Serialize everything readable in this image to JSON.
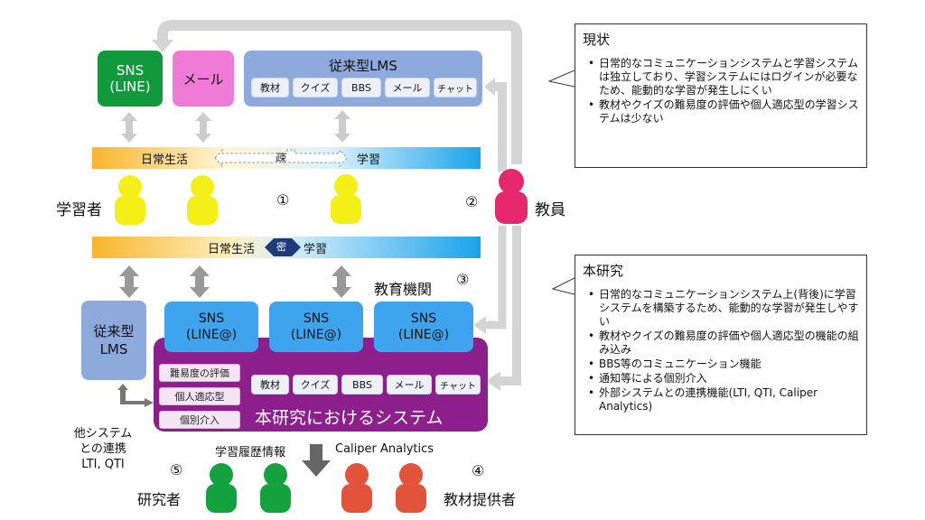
{
  "top_boxes": {
    "sns": "SNS\n(LINE)",
    "mail": "メール",
    "lms_title": "従来型LMS",
    "lms_chips": [
      "教材",
      "クイズ",
      "BBS",
      "メール",
      "チャット"
    ]
  },
  "bar_top": {
    "left": "日常生活",
    "middle": "疎",
    "right": "学習"
  },
  "bar_mid": {
    "left": "日常生活",
    "middle": "密",
    "right": "学習"
  },
  "labels": {
    "learner": "学習者",
    "teacher": "教員",
    "circle1": "①",
    "circle2": "②",
    "circle3": "③",
    "circle4": "④",
    "circle5": "⑤",
    "institution": "教育機関",
    "researcher": "研究者",
    "provider": "教材提供者",
    "learning_history": "学習履歴情報",
    "caliper": "Caliper Analytics",
    "other_systems": "他システム\nとの連携\nLTI, QTI"
  },
  "bottom_section": {
    "legacy_lms": "従来型\nLMS",
    "sns_boxes": [
      "SNS\n(LINE@)",
      "SNS\n(LINE@)",
      "SNS\n(LINE@)"
    ],
    "left_chips": [
      "難易度の評価",
      "個人適応型",
      "個別介入"
    ],
    "right_chips": [
      "教材",
      "クイズ",
      "BBS",
      "メール",
      "チャット"
    ],
    "system_title": "本研究におけるシステム"
  },
  "note_current": {
    "title": "現状",
    "items": [
      "日常的なコミュニケーションシステムと学習システムは独立しており、学習システムにはログインが必要なため、能動的な学習が発生しにくい",
      "教材やクイズの難易度の評価や個人適応型の学習システムは少ない"
    ]
  },
  "note_research": {
    "title": "本研究",
    "items": [
      "日常的なコミュニケーションシステム上(背後)に学習システムを構築するため、能動的な学習が発生しやすい",
      "教材やクイズの難易度の評価や個人適応型の機能の組み込み",
      "BBS等のコミュニケーション機能",
      "通知等による個別介入",
      "外部システムとの連携機能(LTI, QTI, Caliper Analytics)"
    ]
  },
  "colors": {
    "sns_green": "#119a3c",
    "mail_pink": "#f07bd7",
    "lms_blue": "#8ea9dc",
    "sns_lightblue": "#3fa4ee",
    "system_purple": "#8d1f8d",
    "learner_yellow": "#f5ef18",
    "teacher_pink": "#e4286b",
    "researcher_green": "#13a23d",
    "provider_orange": "#e3523a",
    "arrow_gray": "#bdbdbd"
  }
}
